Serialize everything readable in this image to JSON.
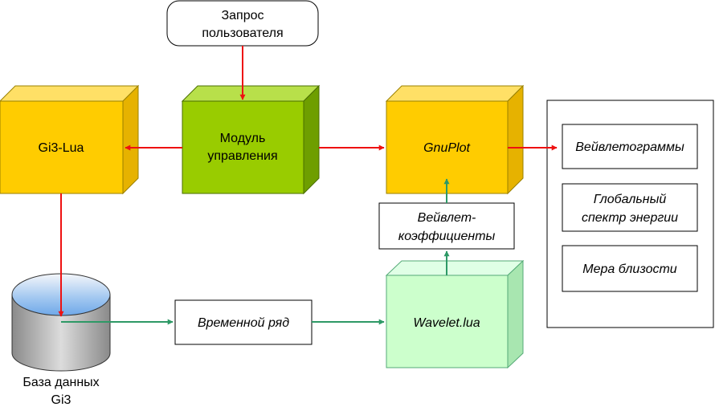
{
  "nodes": {
    "user_request": [
      "Запрос",
      "пользователя"
    ],
    "gi3_lua": "Gi3-Lua",
    "control_module": [
      "Модуль",
      "управления"
    ],
    "gnuplot": "GnuPlot",
    "wavelet_coeffs": [
      "Вейвлет-",
      "коэффициенты"
    ],
    "wavelet_lua": "Wavelet.lua",
    "time_series": "Временной ряд",
    "database": [
      "База данных",
      "Gi3"
    ]
  },
  "outputs": {
    "wavelet_grams": "Вейвлетограммы",
    "global_spectrum": [
      "Глобальный",
      "спектр энергии"
    ],
    "similarity": "Мера близости"
  },
  "colors": {
    "orange_front": "#ffcc00",
    "orange_side": "#e6b200",
    "green_front": "#99cc00",
    "green_side": "#6e9e00",
    "light_green_front": "#ccffcc",
    "light_green_side": "#a8e6b0",
    "red_arrow": "#ee1111",
    "green_arrow": "#2e9966"
  }
}
